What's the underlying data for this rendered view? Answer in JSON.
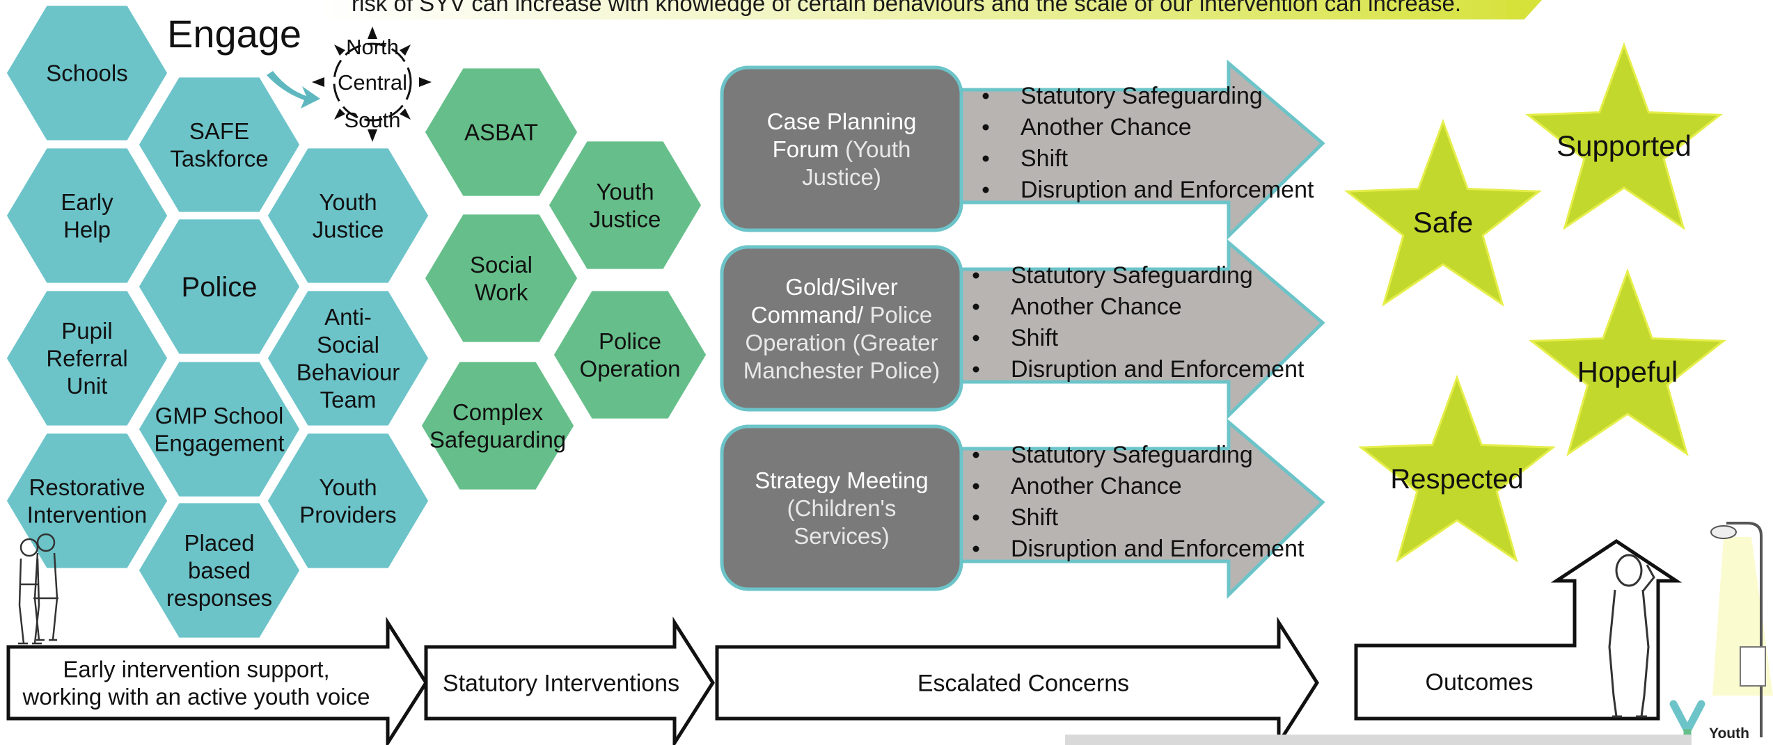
{
  "banner": {
    "text": "risk of SYV can increase with knowledge of certain behaviours and the scale of our intervention can increase."
  },
  "engage": {
    "title": "Engage",
    "compass": {
      "north": "North",
      "central": "Central",
      "south": "South"
    }
  },
  "colors": {
    "teal": "#6cc4c9",
    "green": "#66bf8a",
    "grey_box": "#7a7a7a",
    "grey_arrow": "#b8b4b2",
    "star": "#c3d82c",
    "banner": "#d6e23a"
  },
  "engage_hexagons": [
    {
      "id": "schools",
      "lines": [
        "Schools"
      ]
    },
    {
      "id": "safe-taskforce",
      "lines": [
        "SAFE",
        "Taskforce"
      ]
    },
    {
      "id": "early-help",
      "lines": [
        "Early",
        "Help"
      ]
    },
    {
      "id": "youth-justice",
      "lines": [
        "Youth",
        "Justice"
      ]
    },
    {
      "id": "police",
      "lines": [
        "Police"
      ]
    },
    {
      "id": "pupil-referral-unit",
      "lines": [
        "Pupil",
        "Referral",
        "Unit"
      ]
    },
    {
      "id": "anti-social-behaviour-team",
      "lines": [
        "Anti-",
        "Social",
        "Behaviour",
        "Team"
      ]
    },
    {
      "id": "gmp-school-engagement",
      "lines": [
        "GMP School",
        "Engagement"
      ]
    },
    {
      "id": "restorative-intervention",
      "lines": [
        "Restorative",
        "Intervention"
      ]
    },
    {
      "id": "youth-providers",
      "lines": [
        "Youth",
        "Providers"
      ]
    },
    {
      "id": "placed-based-responses",
      "lines": [
        "Placed",
        "based",
        "responses"
      ]
    }
  ],
  "statutory_hexagons": [
    {
      "id": "asbat",
      "lines": [
        "ASBAT"
      ]
    },
    {
      "id": "youth-justice-2",
      "lines": [
        "Youth",
        "Justice"
      ]
    },
    {
      "id": "social-work",
      "lines": [
        "Social",
        "Work"
      ]
    },
    {
      "id": "police-operation",
      "lines": [
        "Police",
        "Operation"
      ]
    },
    {
      "id": "complex-safeguarding",
      "lines": [
        "Complex",
        "Safeguarding"
      ]
    }
  ],
  "escalation_panels": [
    {
      "id": "case-planning-forum",
      "title_lines": [
        [
          {
            "text": "Case Planning",
            "strong": true
          }
        ],
        [
          {
            "text": "Forum",
            "strong": true
          },
          {
            "text": " (Youth",
            "strong": false
          }
        ],
        [
          {
            "text": "Justice)",
            "strong": false
          }
        ]
      ],
      "bullets": [
        "Statutory Safeguarding",
        "Another Chance",
        "Shift",
        "Disruption and Enforcement"
      ]
    },
    {
      "id": "gold-silver-command",
      "title_lines": [
        [
          {
            "text": "Gold/Silver",
            "strong": true
          }
        ],
        [
          {
            "text": "Command/",
            "strong": true
          },
          {
            "text": " Police",
            "strong": false
          }
        ],
        [
          {
            "text": "Operation (Greater",
            "strong": false
          }
        ],
        [
          {
            "text": "Manchester Police)",
            "strong": false
          }
        ]
      ],
      "bullets": [
        "Statutory Safeguarding",
        "Another Chance",
        "Shift",
        "Disruption and Enforcement"
      ]
    },
    {
      "id": "strategy-meeting",
      "title_lines": [
        [
          {
            "text": "Strategy Meeting",
            "strong": true
          }
        ],
        [
          {
            "text": "(Children's",
            "strong": false
          }
        ],
        [
          {
            "text": "Services)",
            "strong": false
          }
        ]
      ],
      "bullets": [
        "Statutory Safeguarding",
        "Another Chance",
        "Shift",
        "Disruption and Enforcement"
      ]
    }
  ],
  "outcome_stars": [
    {
      "id": "supported",
      "label": "Supported"
    },
    {
      "id": "safe",
      "label": "Safe"
    },
    {
      "id": "hopeful",
      "label": "Hopeful"
    },
    {
      "id": "respected",
      "label": "Respected"
    }
  ],
  "bottom_arrows": [
    {
      "id": "early-intervention",
      "lines": [
        "Early intervention support,",
        "working with an active youth voice"
      ]
    },
    {
      "id": "statutory-interventions",
      "lines": [
        "Statutory Interventions"
      ]
    },
    {
      "id": "escalated-concerns",
      "lines": [
        "Escalated Concerns"
      ]
    },
    {
      "id": "outcomes",
      "lines": [
        "Outcomes"
      ]
    }
  ],
  "logo": {
    "text": "Youth"
  }
}
